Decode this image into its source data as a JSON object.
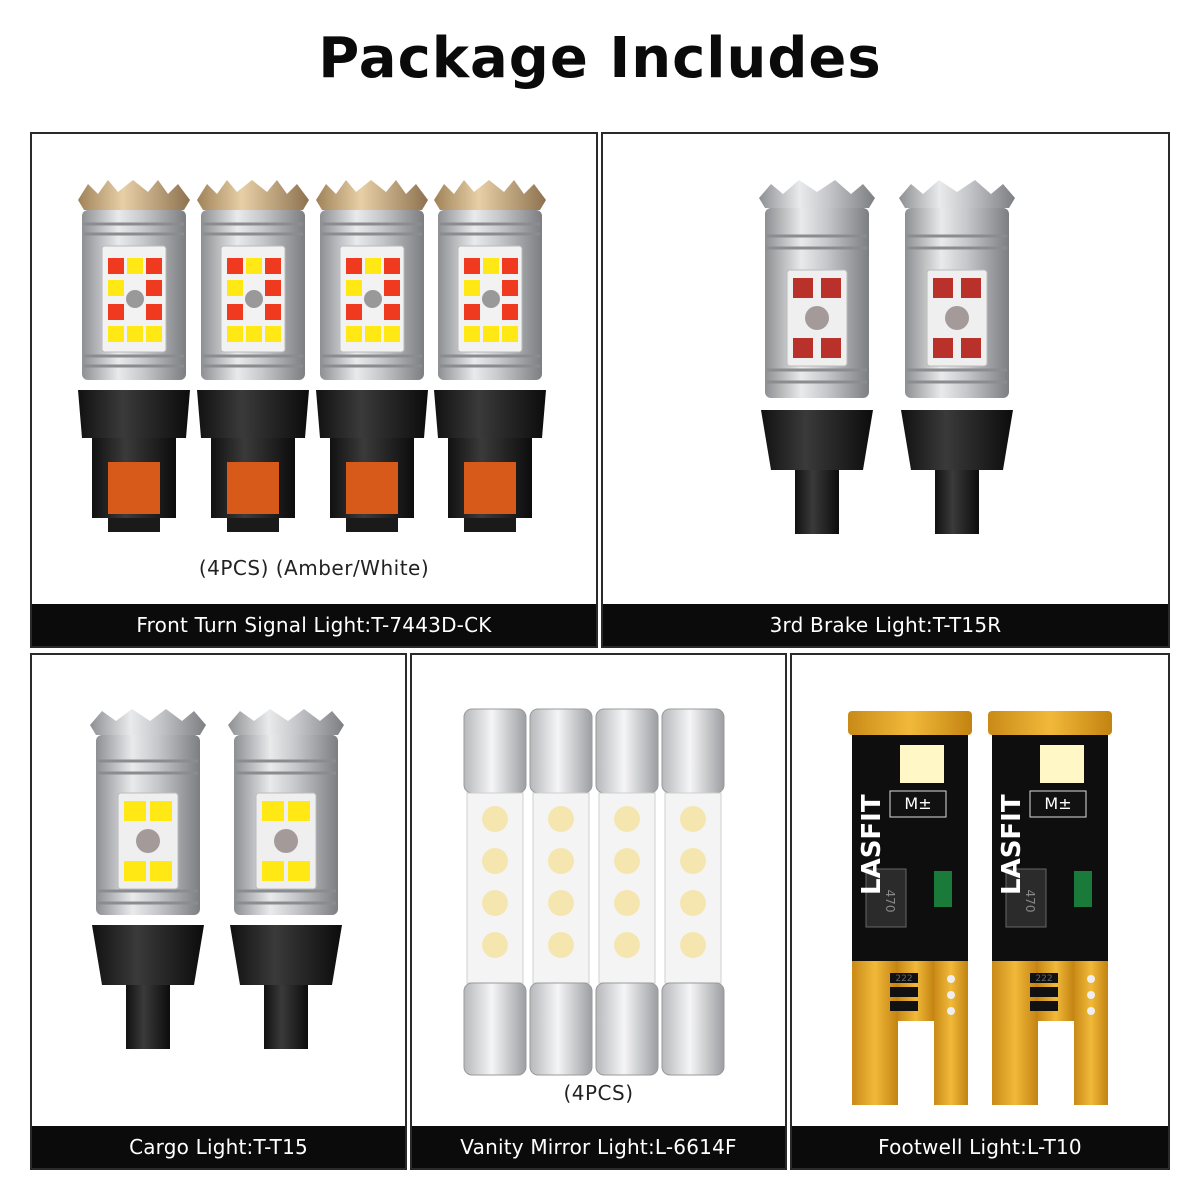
{
  "header": {
    "title": "Package Includes"
  },
  "panels": [
    {
      "caption": "Front Turn Signal Light:T-7443D-CK",
      "note": "(4PCS) (Amber/White)",
      "icon": "led-bulb-7443-icon"
    },
    {
      "caption": "3rd Brake Light:T-T15R",
      "icon": "led-bulb-t15-red-icon"
    },
    {
      "caption": "Cargo Light:T-T15",
      "icon": "led-bulb-t15-white-icon"
    },
    {
      "caption": "Vanity Mirror Light:L-6614F",
      "note": "(4PCS)",
      "icon": "festoon-bulb-icon"
    },
    {
      "caption": "Footwell Light:L-T10",
      "icon": "led-bulb-t10-icon"
    }
  ],
  "product_marks": {
    "brand": "LASFIT",
    "board_code": "470",
    "chip_code": "222",
    "switch_labels": "M±"
  },
  "colors": {
    "amber": "#f03a20",
    "white_led": "#ffe814",
    "red_led": "#b8312a",
    "pcb": "#e9a626",
    "caption_bg": "#0b0b0b"
  }
}
